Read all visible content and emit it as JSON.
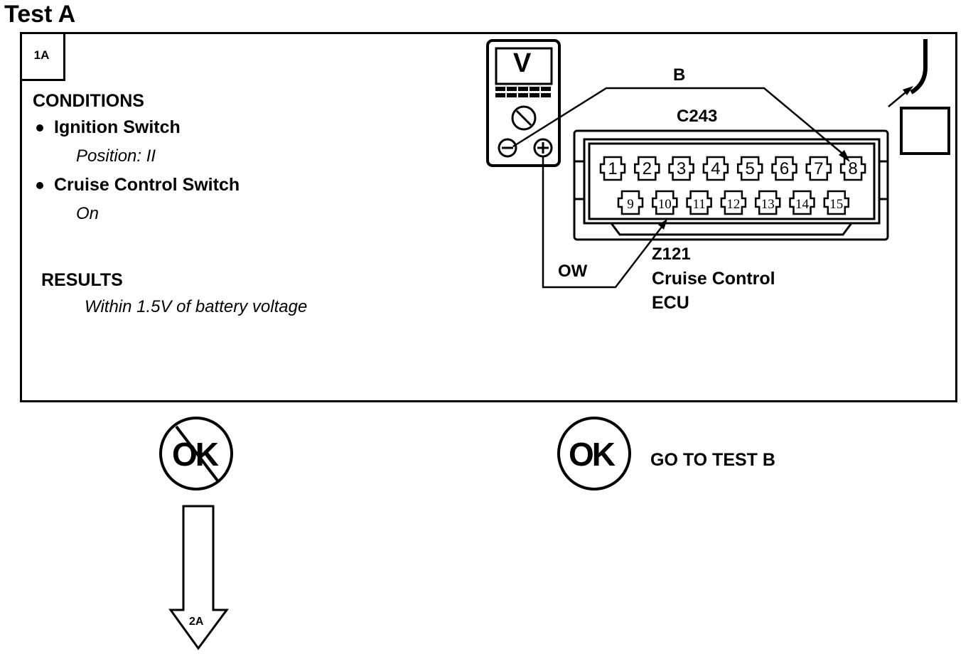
{
  "title": "Test A",
  "step_id": "1A",
  "conditions": {
    "heading": "CONDITIONS",
    "items": [
      {
        "label": "Ignition Switch",
        "value": "Position: II"
      },
      {
        "label": "Cruise Control Switch",
        "value": "On"
      }
    ]
  },
  "results": {
    "heading": "RESULTS",
    "text": "Within 1.5V of battery voltage"
  },
  "meter": {
    "display": "V",
    "icons": [
      "negative-terminal-icon",
      "positive-terminal-icon",
      "selector-dial-icon"
    ]
  },
  "wires": {
    "b_label": "B",
    "ow_label": "OW"
  },
  "connector": {
    "id": "C243",
    "top_pins": [
      "1",
      "2",
      "3",
      "4",
      "5",
      "6",
      "7",
      "8"
    ],
    "bottom_pins": [
      "9",
      "10",
      "11",
      "12",
      "13",
      "14",
      "15"
    ]
  },
  "component": {
    "id": "Z121",
    "name_line1": "Cruise Control",
    "name_line2": "ECU"
  },
  "outcomes": {
    "not_ok_label": "OK",
    "ok_label": "OK",
    "ok_action": "GO TO TEST B",
    "next_step": "2A"
  }
}
